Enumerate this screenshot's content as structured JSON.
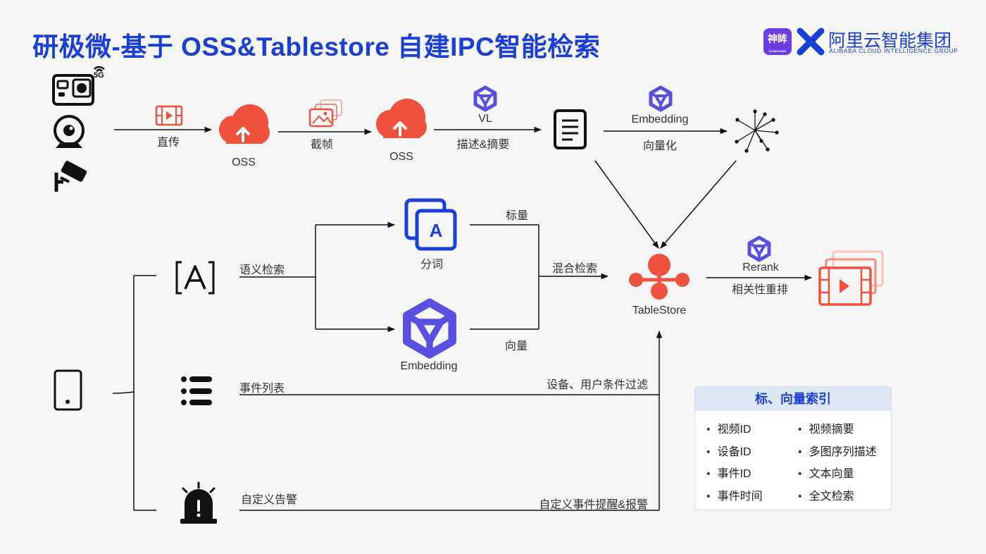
{
  "title": "研极微-基于 OSS&Tablestore 自建IPC智能检索",
  "brand": {
    "badge_text": "神眸",
    "badge_subtext": "CLINROOWS",
    "name": "阿里云智能集团",
    "subtitle": "ALIBABA CLOUD INTELLIGENCE GROUP"
  },
  "devices": {
    "camera_badge": "5G"
  },
  "ingest": {
    "upload_label": "直传",
    "oss_1_label": "OSS",
    "frame_label": "截帧",
    "oss_2_label": "OSS",
    "vl_model_label": "VL",
    "vl_task_label": "描述&摘要",
    "embedding_model_label": "Embedding",
    "embedding_task_label": "向量化"
  },
  "search": {
    "semantic_label": "语义检索",
    "tokenize_label": "分词",
    "scalar_label": "标量",
    "embedding_label": "Embedding",
    "vector_label": "向量",
    "hybrid_label": "混合检索",
    "tablestore_label": "TableStore",
    "rerank_label": "Rerank",
    "relevance_label": "相关性重排",
    "event_list_label": "事件列表",
    "filter_label": "设备、用户条件过滤",
    "custom_alert_label": "自定义告警",
    "custom_event_label": "自定义事件提醒&报警"
  },
  "colors": {
    "accent": "#1a3fd6",
    "oss": "#f0503e",
    "model": "#5a4fe0"
  },
  "legend": {
    "title": "标、向量索引",
    "left_items": [
      "视频ID",
      "设备ID",
      "事件ID",
      "事件时间"
    ],
    "right_items": [
      "视频摘要",
      "多图序列描述",
      "文本向量",
      "全文检索"
    ]
  }
}
